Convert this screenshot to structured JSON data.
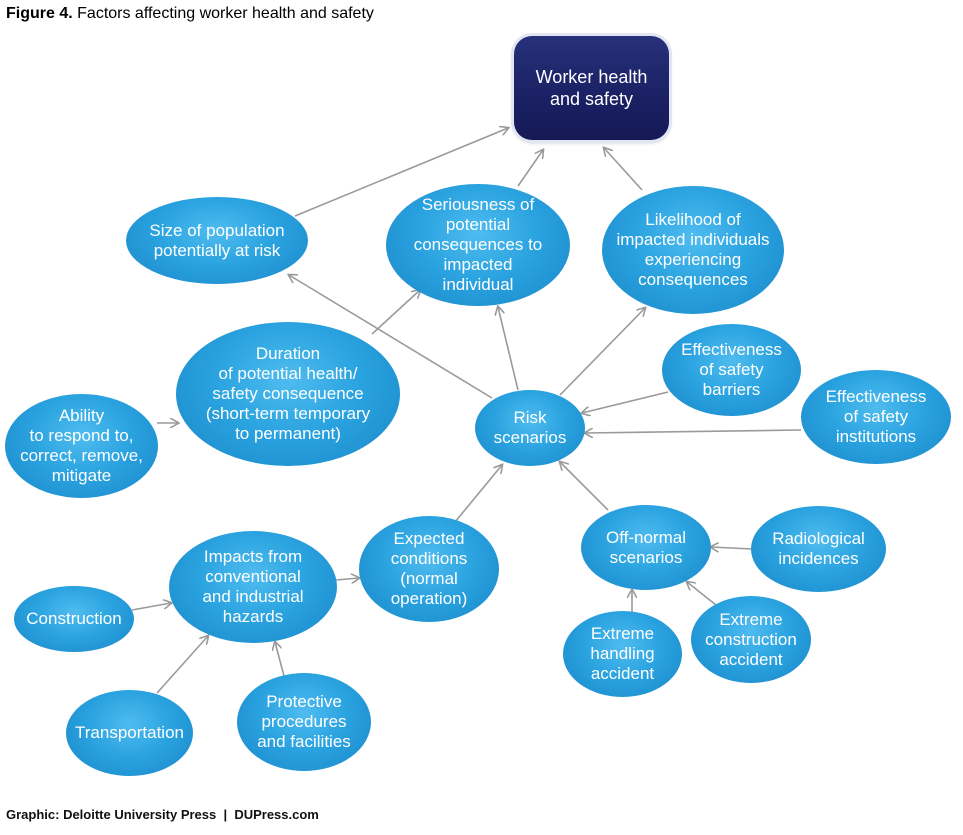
{
  "figure": {
    "label": "Figure 4.",
    "title": "Factors affecting worker health and safety",
    "credit": "Graphic: Deloitte University Press  |  DUPress.com"
  },
  "nodes": {
    "worker_health": "Worker health\nand safety",
    "size_population": "Size of population\npotentially at risk",
    "seriousness": "Seriousness of\npotential\nconsequences to\nimpacted\nindividual",
    "likelihood": "Likelihood of\nimpacted individuals\nexperiencing\nconsequences",
    "duration": "Duration\nof potential health/\nsafety consequence\n(short-term temporary\nto permanent)",
    "ability": "Ability\nto respond to,\ncorrect, remove,\nmitigate",
    "risk_scenarios": "Risk\nscenarios",
    "eff_barriers": "Effectiveness\nof safety\nbarriers",
    "eff_institutions": "Effectiveness\nof safety\ninstitutions",
    "expected_conditions": "Expected\nconditions\n(normal\noperation)",
    "impacts": "Impacts from\nconventional\nand industrial\nhazards",
    "construction": "Construction",
    "transportation": "Transportation",
    "protective": "Protective\nprocedures\nand facilities",
    "off_normal": "Off-normal\nscenarios",
    "radiological": "Radiological\nincidences",
    "extreme_handling": "Extreme\nhandling\naccident",
    "extreme_construction": "Extreme\nconstruction\naccident"
  },
  "colors": {
    "node_blue": "#2aa3e0",
    "target_navy": "#1c2266",
    "arrow_gray": "#9a9a9a"
  }
}
